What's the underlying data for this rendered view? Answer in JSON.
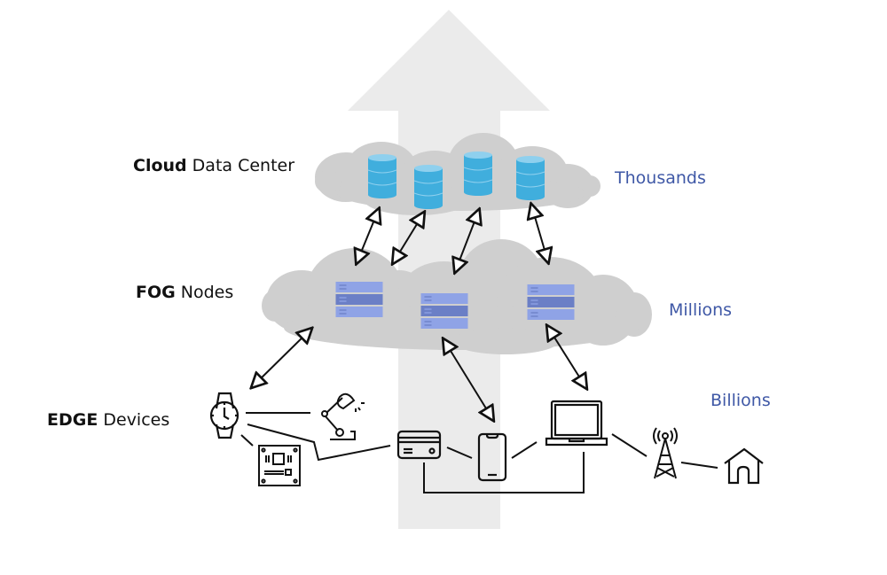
{
  "title": "Cloud / Fog / Edge hierarchy",
  "colors": {
    "big_arrow": "#ebebeb",
    "cloud": "#cfcfcf",
    "database": "#40aedd",
    "database_top": "#8fd0ee",
    "server_light": "#8fa3e6",
    "server_dark": "#6b7fc6",
    "count_text": "#3f58a6",
    "line": "#111111"
  },
  "tiers": [
    {
      "id": "cloud",
      "bold": "Cloud",
      "rest": " Data Center",
      "count": "Thousands",
      "icon": "database-icon",
      "icon_count": 4
    },
    {
      "id": "fog",
      "bold": "FOG",
      "rest": " Nodes",
      "count": "Millions",
      "icon": "server-icon",
      "icon_count": 3
    },
    {
      "id": "edge",
      "bold": "EDGE",
      "rest": " Devices",
      "count": "Billions"
    }
  ],
  "edge_devices": [
    {
      "id": "smartwatch",
      "icon": "watch-icon"
    },
    {
      "id": "desk-lamp",
      "icon": "lamp-icon"
    },
    {
      "id": "circuit-board",
      "icon": "chip-board-icon"
    },
    {
      "id": "card-reader",
      "icon": "credit-card-icon"
    },
    {
      "id": "smartphone",
      "icon": "phone-icon"
    },
    {
      "id": "laptop",
      "icon": "laptop-icon"
    },
    {
      "id": "cell-tower",
      "icon": "antenna-tower-icon"
    },
    {
      "id": "home",
      "icon": "house-icon"
    }
  ],
  "links": {
    "cloud_fog": 4,
    "fog_edge": 3,
    "edge_local": 8
  }
}
